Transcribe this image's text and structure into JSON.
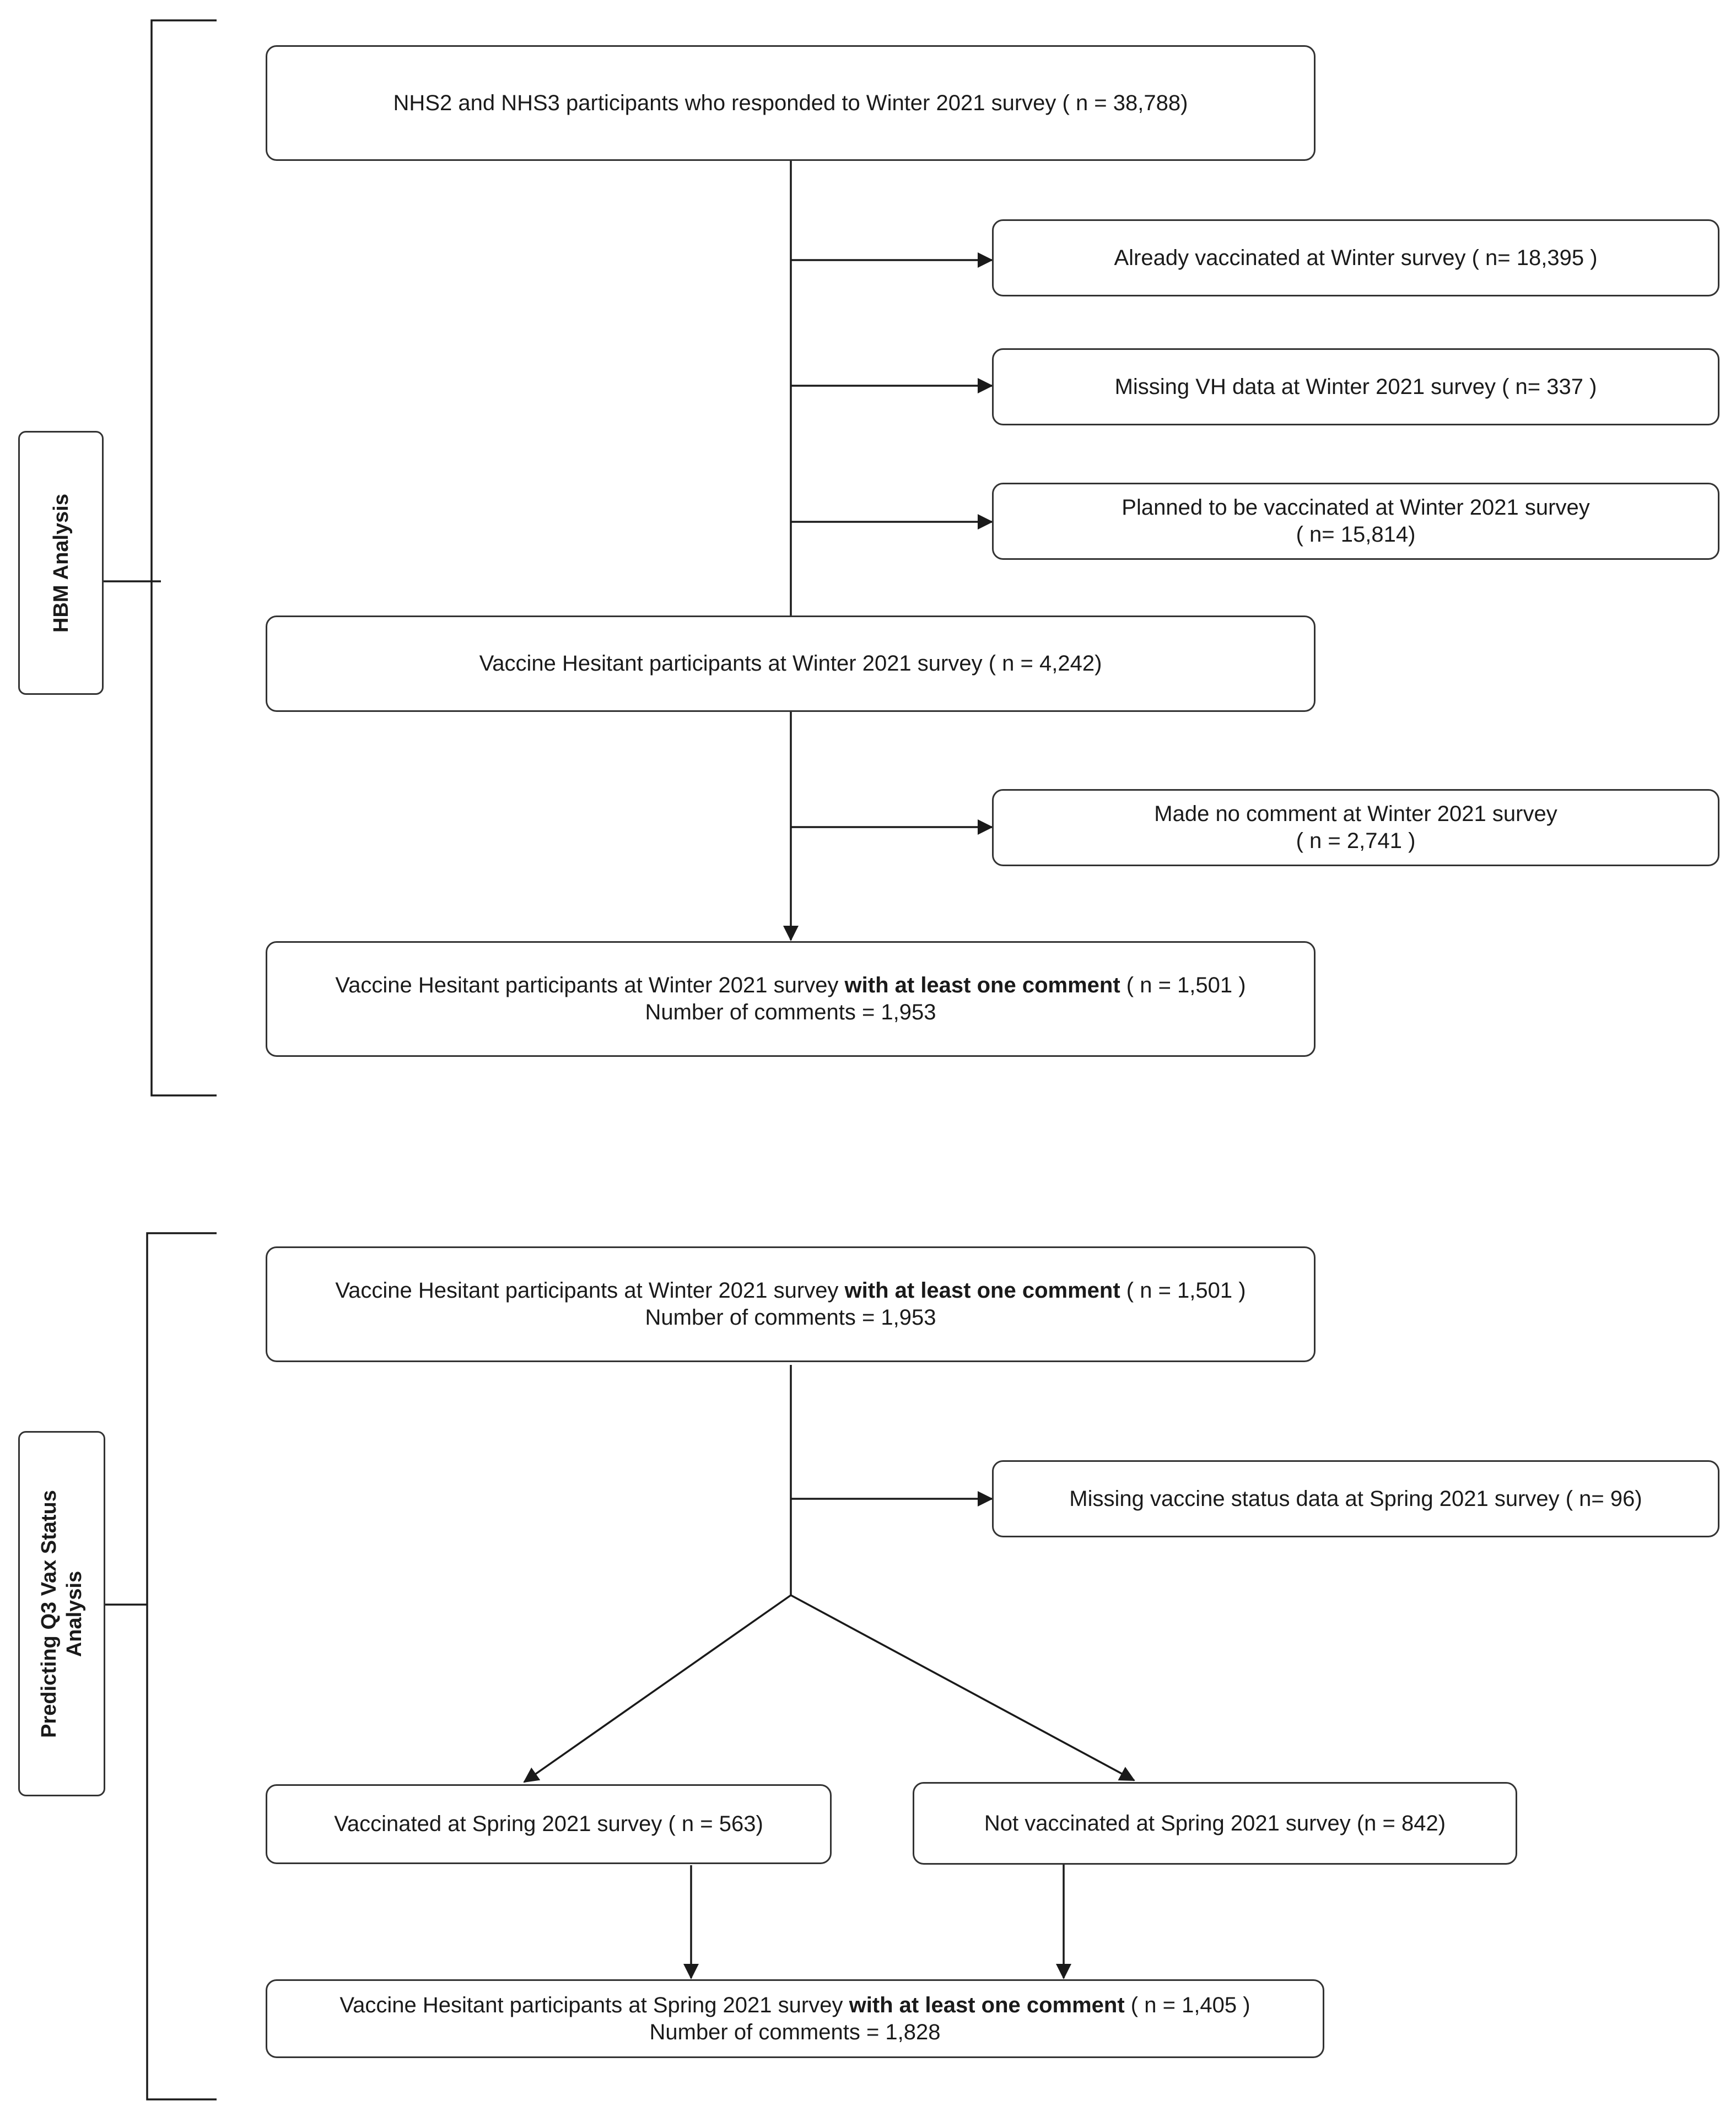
{
  "sections": {
    "hbm": {
      "label": "HBM Analysis"
    },
    "q3": {
      "label_line1": "Predicting Q3 Vax Status",
      "label_line2": "Analysis"
    }
  },
  "boxes": {
    "b1": {
      "text": "NHS2 and NHS3 participants who responded to Winter 2021 survey ( n =  38,788)"
    },
    "b2": {
      "text": "Already vaccinated at Winter survey ( n= 18,395 )"
    },
    "b3": {
      "text": "Missing VH data at Winter 2021 survey ( n= 337 )"
    },
    "b4": {
      "line1": "Planned to be vaccinated at Winter 2021 survey",
      "line2": "( n= 15,814)"
    },
    "b5": {
      "text": "Vaccine Hesitant participants at Winter 2021 survey ( n =  4,242)"
    },
    "b6": {
      "line1": "Made no comment at Winter 2021 survey",
      "line2": "( n = 2,741 )"
    },
    "b7": {
      "pre": "Vaccine Hesitant participants at Winter 2021 survey ",
      "bold": "with at least one comment",
      "post": " ( n = 1,501 )",
      "line2": "Number of comments = 1,953"
    },
    "b8": {
      "pre": "Vaccine Hesitant participants at Winter 2021 survey ",
      "bold": "with at least one comment",
      "post": " ( n = 1,501 )",
      "line2": "Number of comments = 1,953"
    },
    "b9": {
      "text": "Missing vaccine status data at Spring 2021 survey ( n= 96)"
    },
    "b10": {
      "text": "Vaccinated at Spring 2021 survey ( n = 563)"
    },
    "b11": {
      "text": "Not vaccinated at Spring 2021 survey (n = 842)"
    },
    "b12": {
      "pre": "Vaccine Hesitant participants at Spring 2021 survey ",
      "bold": "with at least one comment",
      "post": " ( n = 1,405 )",
      "line2": "Number of comments = 1,828"
    }
  },
  "colors": {
    "line": "#1a1a1a",
    "border": "#333333",
    "text": "#1a1a1a"
  }
}
